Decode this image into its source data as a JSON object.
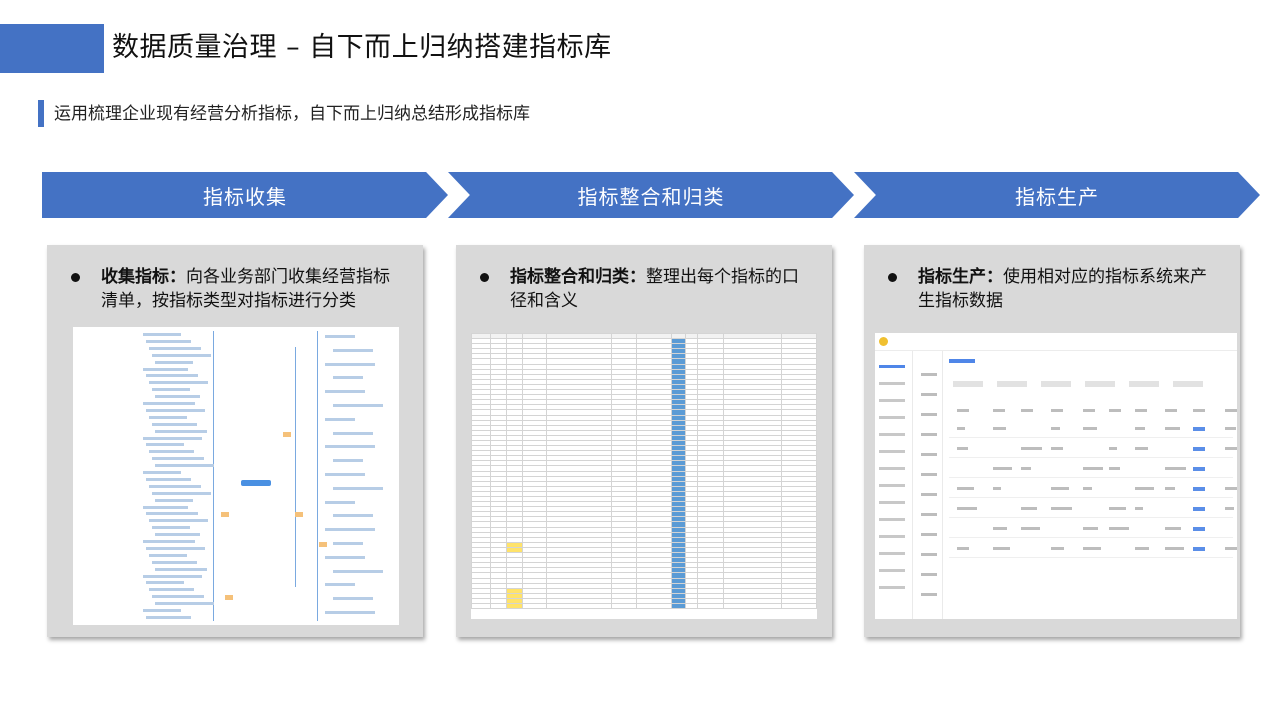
{
  "header": {
    "title": "数据质量治理 – 自下而上归纳搭建指标库",
    "subtitle": "运用梳理企业现有经营分析指标，自下而上归纳总结形成指标库",
    "accent_color": "#4472c4"
  },
  "steps": [
    {
      "label": "指标收集"
    },
    {
      "label": "指标整合和归类"
    },
    {
      "label": "指标生产"
    }
  ],
  "panels": [
    {
      "bold": "收集指标：",
      "text": "向各业务部门收集经营指标清单，按指标类型对指标进行分类",
      "image": "mindmap-screenshot"
    },
    {
      "bold": "指标整合和归类：",
      "text": "整理出每个指标的口径和含义",
      "image": "spreadsheet-screenshot"
    },
    {
      "bold": "指标生产：",
      "text": "使用相对应的指标系统来产生指标数据",
      "image": "app-screenshot"
    }
  ],
  "colors": {
    "panel_bg": "#d9d9d9",
    "chevron": "#4472c4"
  }
}
